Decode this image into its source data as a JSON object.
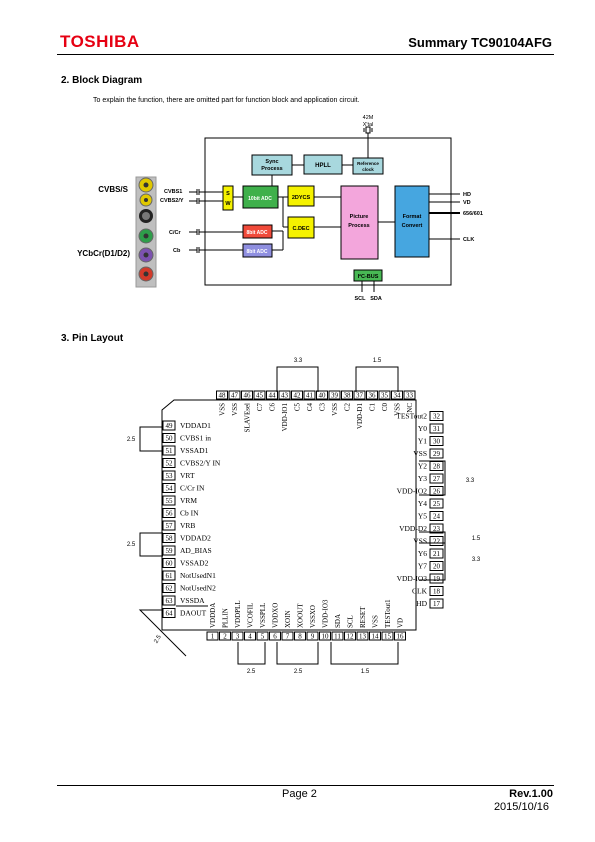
{
  "header": {
    "logo": "TOSHIBA",
    "title": "Summary TC90104AFG"
  },
  "section2": {
    "heading": "2. Block Diagram",
    "note": "To explain the function, there are omitted part for function block and application circuit."
  },
  "block_diagram": {
    "xtal_line1": "42M",
    "xtal_line2": "X'tal",
    "blocks": {
      "sync_process": [
        "Sync",
        "Process"
      ],
      "hpll": "HPLL",
      "reference_clock": [
        "Reference",
        "clock"
      ],
      "sw": [
        "S",
        "W"
      ],
      "adc10": "10bit ADC",
      "ycs": "2DYCS",
      "cdec": "C.DEC",
      "picture_process": [
        "Picture",
        "Process"
      ],
      "format_convert": [
        "Format",
        "Convert"
      ],
      "adc8a": "8bit ADC",
      "adc8b": "8bit ADC",
      "iic_bus": "I²C-BUS"
    },
    "left_labels": {
      "cvbs_s": "CVBS/S",
      "ycbcr": "YCbCr(D1/D2)"
    },
    "inputs": {
      "cvbs1": "CVBS1",
      "cvbs2": "CVBS2/Y",
      "ccr": "C/Cr",
      "cb": "Cb"
    },
    "outputs": {
      "hd": "HD",
      "vd": "VD",
      "bus": "656/601",
      "clk": "CLK"
    },
    "bottom": {
      "scl": "SCL",
      "sda": "SDA"
    }
  },
  "section3": {
    "heading": "3.  Pin Layout"
  },
  "pins": {
    "bottom": [
      {
        "num": "1",
        "name": "VDDDA"
      },
      {
        "num": "2",
        "name": "PLLIN"
      },
      {
        "num": "3",
        "name": "VDDPLL"
      },
      {
        "num": "4",
        "name": "VCOFIL"
      },
      {
        "num": "5",
        "name": "VSSPLL"
      },
      {
        "num": "6",
        "name": "VDDXO"
      },
      {
        "num": "7",
        "name": "XOIN"
      },
      {
        "num": "8",
        "name": "XOOUT"
      },
      {
        "num": "9",
        "name": "VSSXO"
      },
      {
        "num": "10",
        "name": "VDD-IO3"
      },
      {
        "num": "11",
        "name": "SDA"
      },
      {
        "num": "12",
        "name": "SCL"
      },
      {
        "num": "13",
        "name": "RESET"
      },
      {
        "num": "14",
        "name": "VSS"
      },
      {
        "num": "15",
        "name": "TESTout1"
      },
      {
        "num": "16",
        "name": "VD"
      }
    ],
    "right": [
      {
        "num": "17",
        "name": "HD"
      },
      {
        "num": "18",
        "name": "CLK"
      },
      {
        "num": "19",
        "name": "VDD-IO3"
      },
      {
        "num": "20",
        "name": "Y7"
      },
      {
        "num": "21",
        "name": "Y6"
      },
      {
        "num": "22",
        "name": "VSS"
      },
      {
        "num": "23",
        "name": "VDD-D2"
      },
      {
        "num": "24",
        "name": "Y5"
      },
      {
        "num": "25",
        "name": "Y4"
      },
      {
        "num": "26",
        "name": "VDD-IO2"
      },
      {
        "num": "27",
        "name": "Y3"
      },
      {
        "num": "28",
        "name": "Y2"
      },
      {
        "num": "29",
        "name": "VSS"
      },
      {
        "num": "30",
        "name": "Y1"
      },
      {
        "num": "31",
        "name": "Y0"
      },
      {
        "num": "32",
        "name": "TESTout2"
      }
    ],
    "top": [
      {
        "num": "33",
        "name": "NC"
      },
      {
        "num": "34",
        "name": "VSS"
      },
      {
        "num": "35",
        "name": "C0"
      },
      {
        "num": "36",
        "name": "C1"
      },
      {
        "num": "37",
        "name": "VDD-D1"
      },
      {
        "num": "38",
        "name": "C2"
      },
      {
        "num": "39",
        "name": "VSS"
      },
      {
        "num": "40",
        "name": "C3"
      },
      {
        "num": "41",
        "name": "C4"
      },
      {
        "num": "42",
        "name": "C5"
      },
      {
        "num": "43",
        "name": "VDD-IO1"
      },
      {
        "num": "44",
        "name": "C6"
      },
      {
        "num": "45",
        "name": "C7"
      },
      {
        "num": "46",
        "name": "SLAVEsel"
      },
      {
        "num": "47",
        "name": "VSS"
      },
      {
        "num": "48",
        "name": "VSS"
      }
    ],
    "left": [
      {
        "num": "49",
        "name": "VDDAD1"
      },
      {
        "num": "50",
        "name": "CVBS1 in"
      },
      {
        "num": "51",
        "name": "VSSAD1"
      },
      {
        "num": "52",
        "name": "CVBS2/Y IN"
      },
      {
        "num": "53",
        "name": "VRT"
      },
      {
        "num": "54",
        "name": "C/Cr IN"
      },
      {
        "num": "55",
        "name": "VRM"
      },
      {
        "num": "56",
        "name": "Cb IN"
      },
      {
        "num": "57",
        "name": "VRB"
      },
      {
        "num": "58",
        "name": "VDDAD2"
      },
      {
        "num": "59",
        "name": "AD_BIAS"
      },
      {
        "num": "60",
        "name": "VSSAD2"
      },
      {
        "num": "61",
        "name": "NotUsedN1"
      },
      {
        "num": "62",
        "name": "NotUsedN2"
      },
      {
        "num": "63",
        "name": "VSSDA"
      },
      {
        "num": "64",
        "name": "DAOUT"
      }
    ]
  },
  "voltages": {
    "top_a": "3.3",
    "top_b": "1.5",
    "left_a": "2.5",
    "left_b": "2.5",
    "corner": "2.5",
    "bottom_a": "2.5",
    "bottom_b": "2.5",
    "bottom_c": "1.5",
    "right_a": "3.3",
    "right_b": "1.5",
    "right_c": "3.3"
  },
  "footer": {
    "page": "Page 2",
    "rev": "Rev.1.00",
    "date": "2015/10/16"
  }
}
